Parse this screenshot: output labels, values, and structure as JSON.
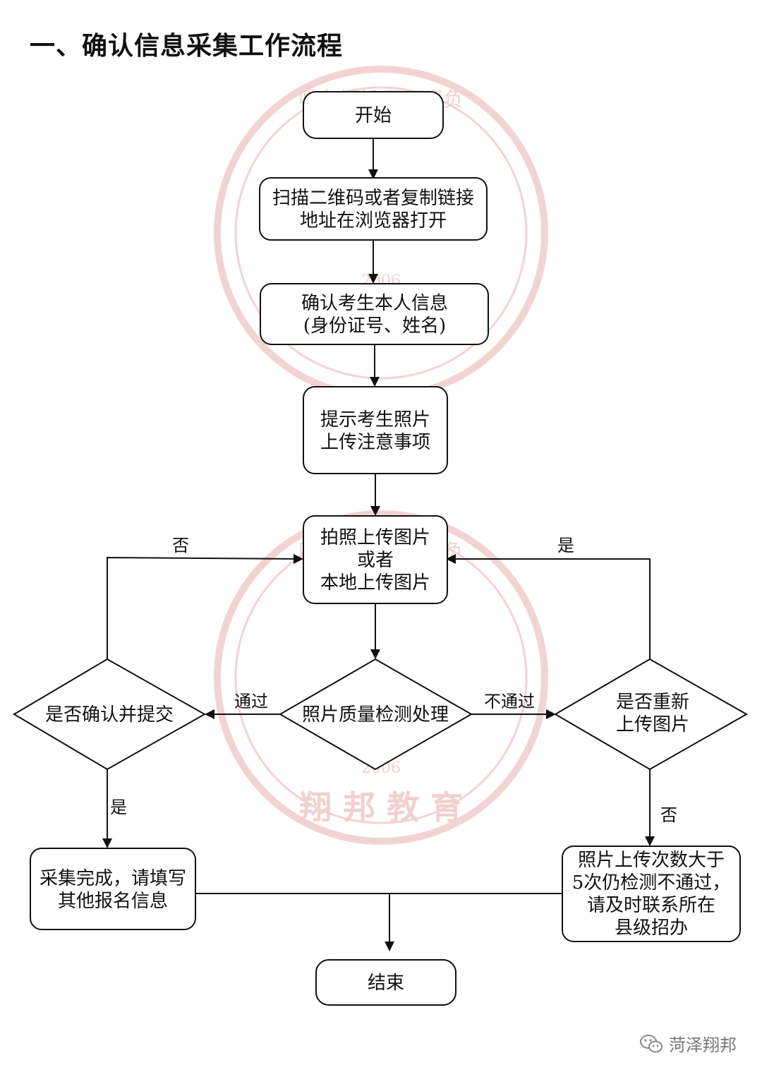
{
  "title": "一、确认信息采集工作流程",
  "nodes": {
    "start": [
      "开始"
    ],
    "scan": [
      "扫描二维码或者复制链接",
      "地址在浏览器打开"
    ],
    "confirm_info": [
      "确认考生本人信息",
      "(身份证号、姓名)"
    ],
    "hint": [
      "提示考生照片",
      "上传注意事项"
    ],
    "upload": [
      "拍照上传图片",
      "或者",
      "本地上传图片"
    ],
    "quality": [
      "照片质量检测处理"
    ],
    "confirm_submit": [
      "是否确认并提交"
    ],
    "reupload": [
      "是否重新",
      "上传图片"
    ],
    "done": [
      "采集完成，请填写",
      "其他报名信息"
    ],
    "fail": [
      "照片上传次数大于",
      "5次仍检测不通过，",
      "请及时联系所在",
      "县级招办"
    ],
    "end": [
      "结束"
    ]
  },
  "edge_labels": {
    "left_no": "否",
    "right_yes": "是",
    "pass": "通过",
    "not_pass": "不通过",
    "left_yes": "是",
    "right_no": "否"
  },
  "watermark": {
    "top_arc": "唯有信任  不可辜负",
    "bottom": "翔 邦 教 育",
    "year": "2006"
  },
  "footer": {
    "account": "菏泽翔邦",
    "icon": "wechat-icon"
  },
  "colors": {
    "stroke": "#111111",
    "watermark": "#f0cccc"
  }
}
